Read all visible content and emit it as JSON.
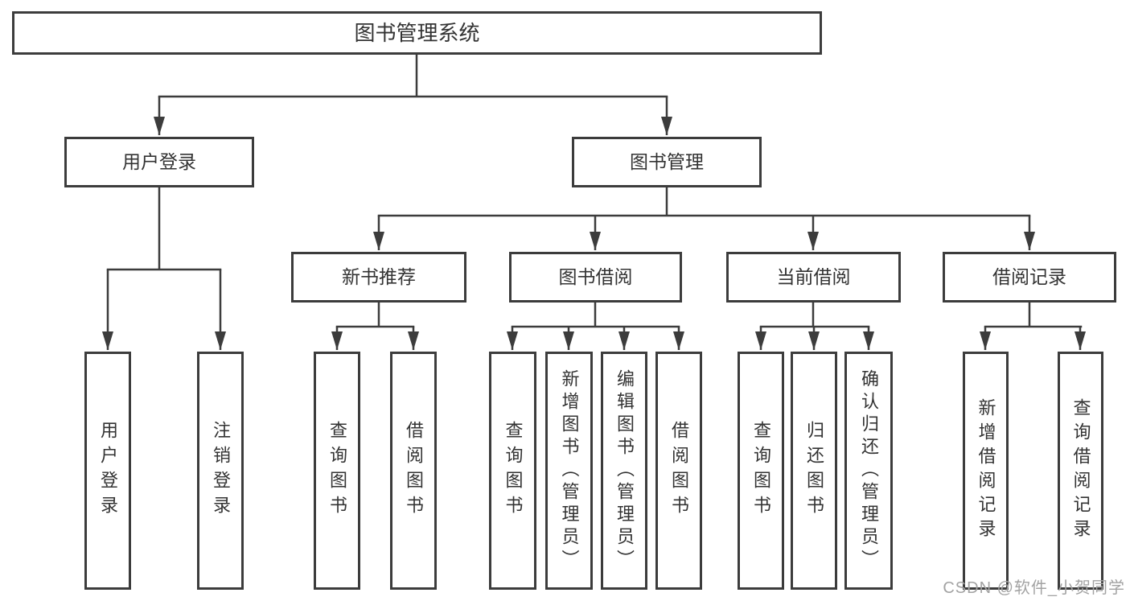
{
  "diagram": {
    "root": "图书管理系统",
    "branches": [
      {
        "label": "用户登录",
        "children": [
          "用户登录",
          "注销登录"
        ]
      },
      {
        "label": "图书管理"
      }
    ],
    "modules": [
      {
        "label": "新书推荐",
        "children": [
          "查询图书",
          "借阅图书"
        ]
      },
      {
        "label": "图书借阅",
        "children": [
          "查询图书",
          "新增图书（管理员）",
          "编辑图书（管理员）",
          "借阅图书"
        ]
      },
      {
        "label": "当前借阅",
        "children": [
          "查询图书",
          "归还图书",
          "确认归还（管理员）"
        ]
      },
      {
        "label": "借阅记录",
        "children": [
          "新增借阅记录",
          "查询借阅记录"
        ]
      }
    ]
  },
  "watermark": "CSDN @软件_小贺同学",
  "colors": {
    "line": "#3c3c3c",
    "text": "#333333",
    "box-bg": "#ffffff",
    "watermark": "#a3a3a3"
  }
}
